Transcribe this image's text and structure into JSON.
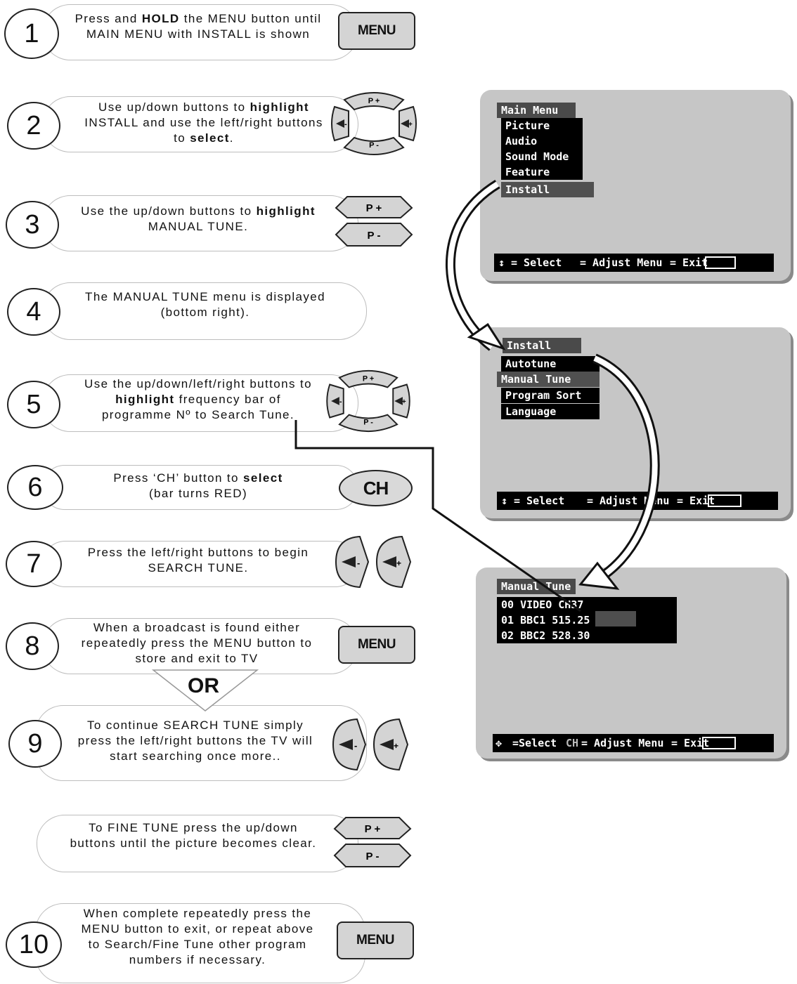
{
  "steps": [
    {
      "num": "1",
      "lines": [
        [
          "Press and ",
          {
            "b": "HOLD"
          },
          " the MENU button until"
        ],
        [
          "MAIN MENU with INSTALL is shown"
        ]
      ]
    },
    {
      "num": "2",
      "lines": [
        [
          "Use up/down buttons to ",
          {
            "b": "highlight"
          }
        ],
        [
          "INSTALL and use the left/right buttons"
        ],
        [
          "to ",
          {
            "b": "select"
          },
          "."
        ]
      ]
    },
    {
      "num": "3",
      "lines": [
        [
          "Use the up/down buttons to ",
          {
            "b": "highlight"
          }
        ],
        [
          "MANUAL TUNE."
        ]
      ]
    },
    {
      "num": "4",
      "lines": [
        [
          "The MANUAL TUNE menu is displayed"
        ],
        [
          "(bottom right)."
        ]
      ]
    },
    {
      "num": "5",
      "lines": [
        [
          "Use the up/down/left/right buttons to"
        ],
        [
          {
            "b": "highlight"
          },
          " frequency bar of"
        ],
        [
          "programme Nº to Search Tune."
        ]
      ]
    },
    {
      "num": "6",
      "lines": [
        [
          "Press ‘CH’ button to ",
          {
            "b": "select"
          }
        ],
        [
          "(bar turns RED)"
        ]
      ]
    },
    {
      "num": "7",
      "lines": [
        [
          "Press the left/right buttons to begin"
        ],
        [
          "SEARCH TUNE."
        ]
      ]
    },
    {
      "num": "8",
      "lines": [
        [
          "When a broadcast is found either"
        ],
        [
          "repeatedly press the MENU button to"
        ],
        [
          "store and exit to TV"
        ]
      ]
    },
    {
      "num": "9",
      "lines": [
        [
          "To continue SEARCH TUNE simply"
        ],
        [
          "press the left/right buttons the TV will"
        ],
        [
          "start searching once more.."
        ]
      ]
    },
    {
      "num": "",
      "lines": [
        [
          "To FINE TUNE press the up/down"
        ],
        [
          "buttons until the picture becomes clear."
        ]
      ]
    },
    {
      "num": "10",
      "lines": [
        [
          "When complete repeatedly press the"
        ],
        [
          "MENU button to exit, or repeat above"
        ],
        [
          "to Search/Fine Tune other program"
        ],
        [
          "numbers if necessary."
        ]
      ]
    }
  ],
  "keys": {
    "menu": "MENU",
    "ch": "CH",
    "p_plus": "P +",
    "p_minus": "P -",
    "or": "OR"
  },
  "screens": {
    "main_menu": {
      "title": "Main Menu",
      "items": [
        "Picture",
        "Audio",
        "Sound Mode",
        "Feature",
        "Install"
      ],
      "highlighted": "Install",
      "status": {
        "select": "= Select",
        "adjust": "= Adjust Menu",
        "exit": "= Exit"
      }
    },
    "install_menu": {
      "title": "Install",
      "items": [
        "Autotune",
        "Manual Tune",
        "Program Sort",
        "Language"
      ],
      "highlighted": "Manual Tune",
      "status": {
        "select": "= Select",
        "adjust": "= Adjust Menu",
        "exit": "= Exit"
      }
    },
    "manual_tune": {
      "title": "Manual Tune",
      "rows": [
        "00 VIDEO CH37",
        "01 BBC1 515.25",
        "02 BBC2 528.30"
      ],
      "status": {
        "select": "=Select",
        "ch": "CH",
        "adjust": "= Adjust Menu",
        "exit": "= Exit"
      }
    }
  },
  "colors": {
    "screen_bg": "#c6c6c6",
    "menu_bg": "#000000",
    "highlight": "#505050",
    "key_bg": "#d4d4d4"
  }
}
